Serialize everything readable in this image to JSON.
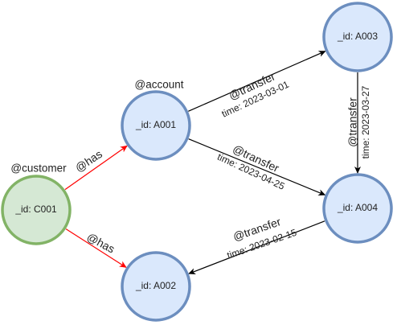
{
  "colors": {
    "account_fill": "#dae8fc",
    "account_stroke": "#6c8ebf",
    "customer_fill": "#d5e8d4",
    "customer_stroke": "#82b366",
    "has_edge": "#ff0000",
    "transfer_edge": "#000000"
  },
  "nodes": [
    {
      "id": "C001",
      "label": "_id: C001",
      "type_label": "@customer",
      "kind": "customer"
    },
    {
      "id": "A001",
      "label": "_id: A001",
      "type_label": "@account",
      "kind": "account"
    },
    {
      "id": "A002",
      "label": "_id: A002",
      "type_label": "",
      "kind": "account"
    },
    {
      "id": "A003",
      "label": "_id: A003",
      "type_label": "",
      "kind": "account"
    },
    {
      "id": "A004",
      "label": "_id: A004",
      "type_label": "",
      "kind": "account"
    }
  ],
  "edges": [
    {
      "from": "C001",
      "to": "A001",
      "relation": "@has",
      "time": "",
      "kind": "has"
    },
    {
      "from": "C001",
      "to": "A002",
      "relation": "@has",
      "time": "",
      "kind": "has"
    },
    {
      "from": "A001",
      "to": "A003",
      "relation": "@transfer",
      "time": "time: 2023-03-01",
      "kind": "transfer"
    },
    {
      "from": "A001",
      "to": "A004",
      "relation": "@transfer",
      "time": "time: 2023-04-25",
      "kind": "transfer"
    },
    {
      "from": "A003",
      "to": "A004",
      "relation": "@transfer",
      "time": "time: 2023-03-27",
      "kind": "transfer"
    },
    {
      "from": "A004",
      "to": "A002",
      "relation": "@transfer",
      "time": "time: 2023-02-15",
      "kind": "transfer"
    }
  ]
}
